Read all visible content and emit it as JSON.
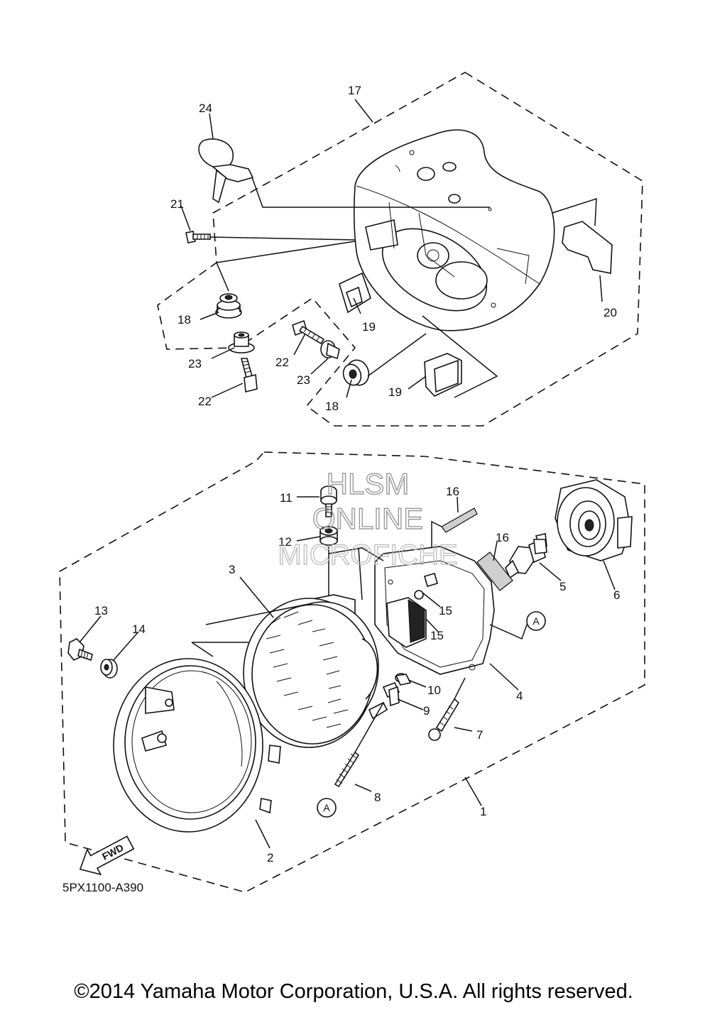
{
  "watermark": {
    "line1": "HLSM",
    "line2": "ONLINE",
    "line3": "MICROFICHE"
  },
  "diagram_code": "5PX1100-A390",
  "fwd_label": "FWD",
  "ref_marker": "A",
  "copyright": "©2014 Yamaha Motor Corporation, U.S.A. All rights reserved.",
  "callouts": {
    "c1": "1",
    "c2": "2",
    "c3": "3",
    "c4": "4",
    "c5": "5",
    "c6": "6",
    "c7": "7",
    "c8": "8",
    "c9": "9",
    "c10": "10",
    "c11": "11",
    "c12": "12",
    "c13": "13",
    "c14": "14",
    "c15a": "15",
    "c15b": "15",
    "c16a": "16",
    "c16b": "16",
    "c17": "17",
    "c18a": "18",
    "c18b": "18",
    "c19a": "19",
    "c19b": "19",
    "c20": "20",
    "c21": "21",
    "c22a": "22",
    "c22b": "22",
    "c23a": "23",
    "c23b": "23",
    "c24": "24"
  }
}
